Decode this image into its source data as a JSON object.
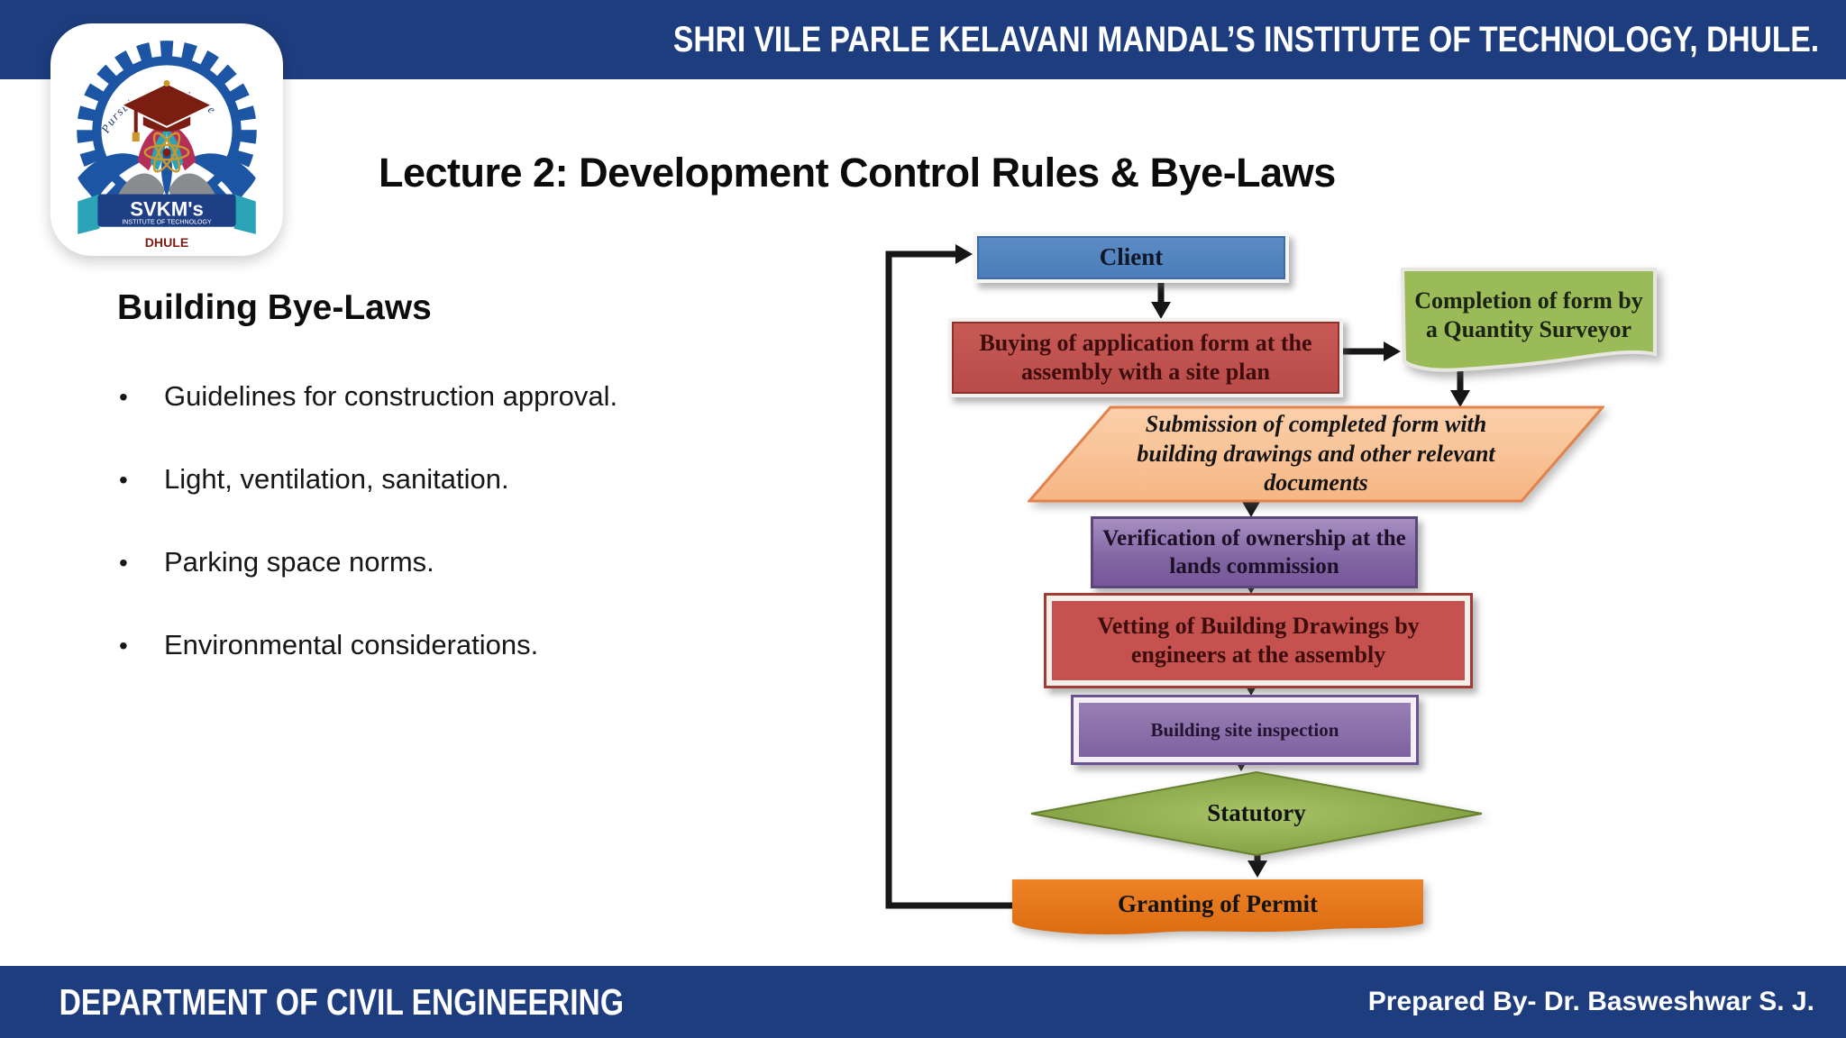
{
  "header": {
    "institute": "SHRI VILE PARLE KELAVANI MANDAL’S INSTITUTE OF TECHNOLOGY, DHULE."
  },
  "logo": {
    "arc_text": "Pursuing Excellence",
    "org": "SVKM's",
    "org_sub": "INSTITUTE OF TECHNOLOGY",
    "city": "DHULE"
  },
  "title": "Lecture 2: Development Control Rules & Bye-Laws",
  "content": {
    "heading": "Building Bye-Laws",
    "bullets": [
      "Guidelines for construction approval.",
      "Light, ventilation, sanitation.",
      "Parking space norms.",
      "Environmental considerations."
    ]
  },
  "flowchart": {
    "nodes": {
      "client": "Client",
      "buying": "Buying of application form at the assembly with a site plan",
      "completion": "Completion of form by a Quantity Surveyor",
      "submission": "Submission of completed form with building drawings and other relevant documents",
      "verification": "Verification of ownership at the lands commission",
      "vetting": "Vetting of Building Drawings by engineers at the assembly",
      "inspection": "Building site inspection",
      "statutory": "Statutory",
      "granting": "Granting of Permit"
    }
  },
  "footer": {
    "left": "DEPARTMENT OF CIVIL ENGINEERING",
    "right": "Prepared By- Dr. Basweshwar S. J."
  },
  "colors": {
    "bar_navy": "#1e3d7e",
    "client_blue": "#4f81bd",
    "box_red": "#c0504d",
    "document_green": "#9bbb59",
    "submission_orange": "#f9c095",
    "purple": "#8064a2",
    "diamond_green": "#87a440",
    "permit_orange": "#e8741c",
    "arrow_black": "#161616"
  }
}
